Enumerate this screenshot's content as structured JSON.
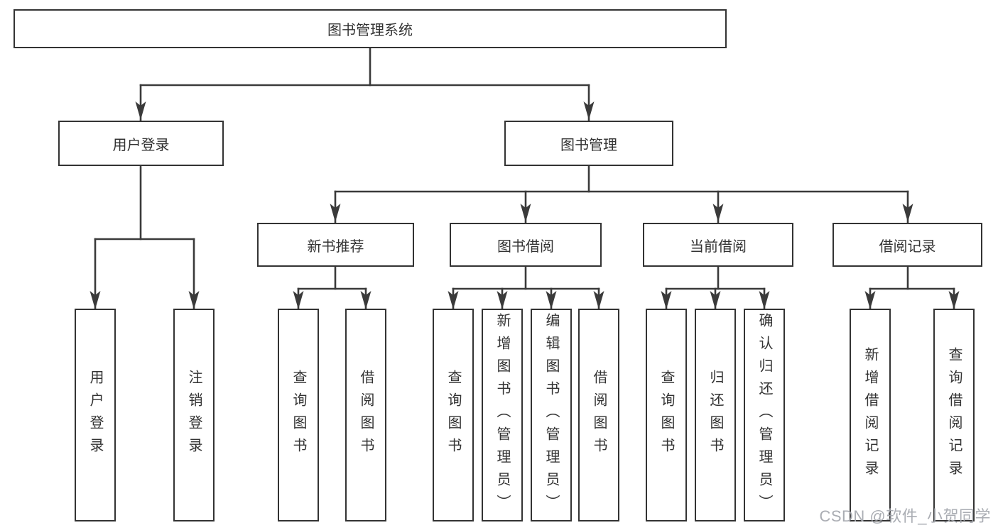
{
  "tree": {
    "root": "图书管理系统",
    "branches": [
      {
        "label": "用户登录",
        "children": [
          "用户登录",
          "注销登录"
        ]
      },
      {
        "label": "图书管理",
        "subbranches": [
          {
            "label": "新书推荐",
            "children": [
              "查询图书",
              "借阅图书"
            ]
          },
          {
            "label": "图书借阅",
            "children": [
              "查询图书",
              "新增图书（管理员）",
              "编辑图书（管理员）",
              "借阅图书"
            ]
          },
          {
            "label": "当前借阅",
            "children": [
              "查询图书",
              "归还图书",
              "确认归还（管理员）"
            ]
          },
          {
            "label": "借阅记录",
            "children": [
              "新增借阅记录",
              "查询借阅记录"
            ]
          }
        ]
      }
    ]
  },
  "watermark": "CSDN @软件_小贺同学",
  "colors": {
    "line": "#3a3a3a",
    "box_border": "#333333",
    "text": "#333333",
    "background": "#ffffff",
    "watermark": "#a3a6ad"
  }
}
